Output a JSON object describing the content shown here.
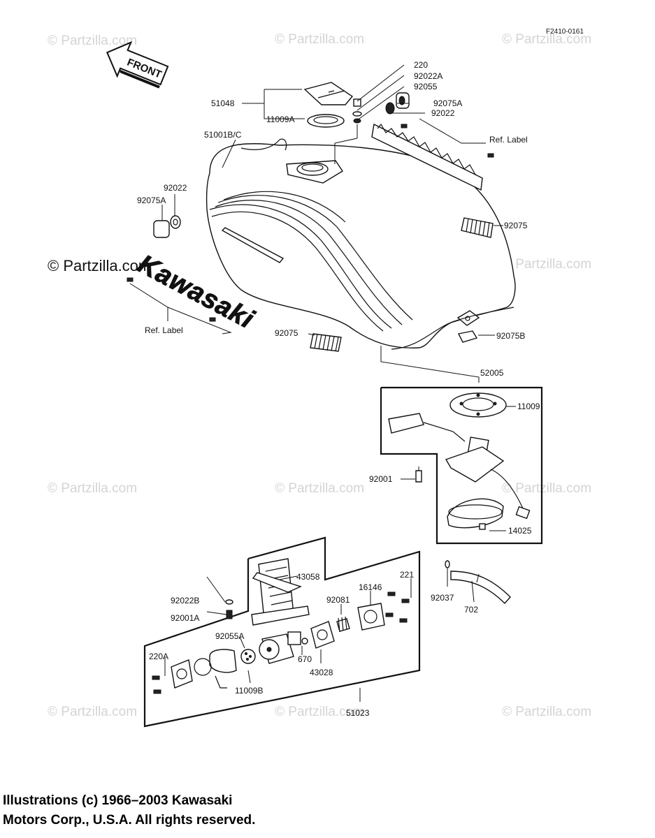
{
  "diagram_code": "F2410-0161",
  "watermark": "© Partzilla.com",
  "watermark_large": "© Partzilla.com",
  "front_arrow": "FRONT",
  "brand_badge": "Kawasaki",
  "ref_label": "Ref.  Label",
  "parts": {
    "p220": "220",
    "p92022A": "92022A",
    "p92055": "92055",
    "p92075A_top": "92075A",
    "p92022_top": "92022",
    "p51048": "51048",
    "p11009A": "11009A",
    "p51001BC": "51001B/C",
    "p92022_left": "92022",
    "p92075A_left": "92075A",
    "p92075_right": "92075",
    "p92075_bottom": "92075",
    "p92075B": "92075B",
    "p52005": "52005",
    "p11009": "11009",
    "p92001": "92001",
    "p14025": "14025",
    "p43058": "43058",
    "p92022B": "92022B",
    "p92001A": "92001A",
    "p92055A": "92055A",
    "p220A": "220A",
    "p11009B": "11009B",
    "p670": "670",
    "p43028": "43028",
    "p92081": "92081",
    "p16146": "16146",
    "p221": "221",
    "p92037": "92037",
    "p702": "702",
    "p51023": "51023"
  },
  "footer": {
    "line1": "Illustrations (c) 1966–2003 Kawasaki",
    "line2": "Motors Corp., U.S.A.  All rights reserved."
  }
}
